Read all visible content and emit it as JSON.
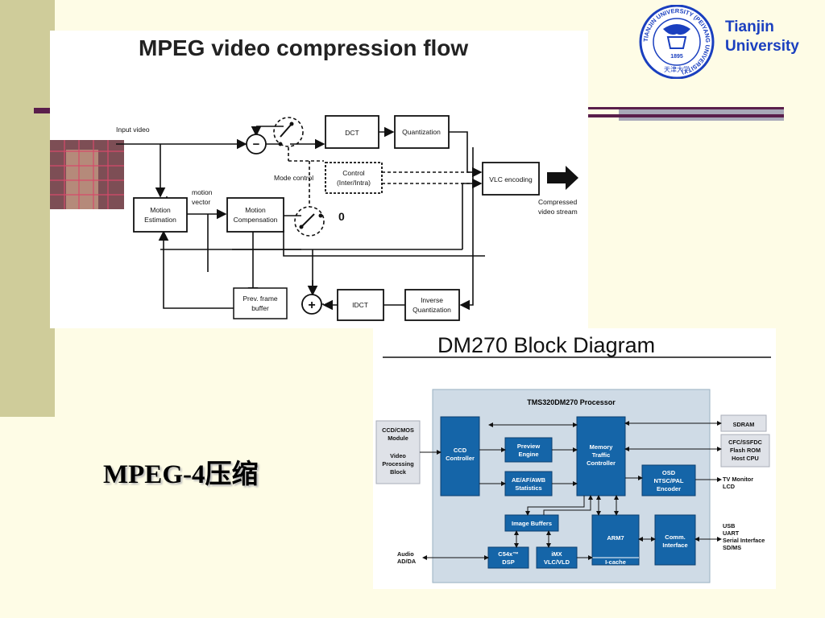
{
  "header": {
    "university_name_line1": "Tianjin",
    "university_name_line2": "University"
  },
  "logo": {
    "icon": "university-seal-icon",
    "ring_text": "TIANJIN UNIVERSITY (PEIYANG UNIVERSITY)",
    "year": "1895",
    "center_text": "天津大学"
  },
  "mpeg_diagram": {
    "title": "MPEG video compression flow",
    "labels": {
      "input_video": "Input video",
      "dct": "DCT",
      "quantization": "Quantization",
      "mode_control": "Mode control",
      "control": "Control",
      "intra_inter": "(Inter/Intra)",
      "vlc_encoding": "VLC encoding",
      "compressed": "Compressed",
      "video_stream": "video stream",
      "motion": "motion",
      "vector": "vector",
      "motion_estimation_1": "Motion",
      "motion_estimation_2": "Estimation",
      "motion_compensation_1": "Motion",
      "motion_compensation_2": "Compensation",
      "zero": "0",
      "prev_frame_1": "Prev. frame",
      "prev_frame_2": "buffer",
      "idct": "IDCT",
      "inverse_1": "Inverse",
      "inverse_2": "Quantization",
      "minus": "−",
      "plus": "+"
    }
  },
  "dm270_diagram": {
    "title": "DM270 Block Diagram",
    "processor_title": "TMS320DM270 Processor",
    "ccd_cmos_1": "CCD/CMOS",
    "ccd_cmos_2": "Module",
    "video_proc_1": "Video",
    "video_proc_2": "Processing",
    "video_proc_3": "Block",
    "ccd_ctrl_1": "CCD",
    "ccd_ctrl_2": "Controller",
    "preview_1": "Preview",
    "preview_2": "Engine",
    "ae_1": "AE/AF/AWB",
    "ae_2": "Statistics",
    "mem_1": "Memory",
    "mem_2": "Traffic",
    "mem_3": "Controller",
    "osd_1": "OSD",
    "osd_2": "NTSC/PAL",
    "osd_3": "Encoder",
    "sdram": "SDRAM",
    "cfc_1": "CFC/SSFDC",
    "cfc_2": "Flash ROM",
    "cfc_3": "Host CPU",
    "tv_1": "TV Monitor",
    "tv_2": "LCD",
    "image_buffers": "Image Buffers",
    "arm7": "ARM7",
    "icache": "I-cache",
    "comm_1": "Comm.",
    "comm_2": "Interface",
    "c54_1": "C54x™",
    "c54_2": "DSP",
    "imx_1": "iMX",
    "imx_2": "VLC/VLD",
    "audio_1": "Audio",
    "audio_2": "AD/DA",
    "usb_1": "USB",
    "usb_2": "UART",
    "usb_3": "Serial Interface",
    "usb_4": "SD/MS"
  },
  "caption": "MPEG-4压缩",
  "colors": {
    "background": "#fefce6",
    "sidebar": "#cfcc9a",
    "accent_rule": "#5a1e4b",
    "block_blue": "#1565a8",
    "university_text": "#1a3fbf"
  }
}
